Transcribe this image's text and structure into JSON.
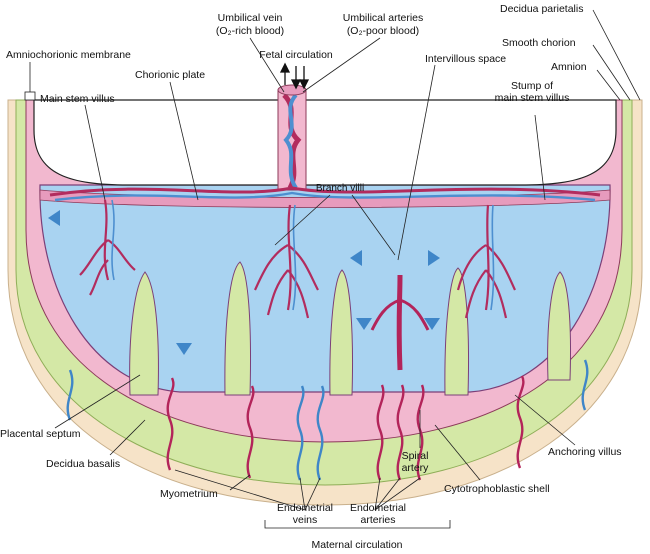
{
  "labels": {
    "umbilical_vein": "Umbilical vein",
    "umbilical_vein_sub": "(O₂-rich blood)",
    "umbilical_arteries": "Umbilical arteries",
    "umbilical_arteries_sub": "(O₂-poor blood)",
    "fetal_circulation": "Fetal circulation",
    "decidua_parietalis": "Decidua parietalis",
    "smooth_chorion": "Smooth chorion",
    "amnion": "Amnion",
    "amniochorionic_membrane": "Amniochorionic membrane",
    "main_stem_villus": "Main stem villus",
    "chorionic_plate": "Chorionic plate",
    "intervillous_space": "Intervillous space",
    "stump_line1": "Stump of",
    "stump_line2": "main stem villus",
    "branch_villi": "Branch villi",
    "placental_septum": "Placental septum",
    "decidua_basalis": "Decidua basalis",
    "myometrium": "Myometrium",
    "endometrial_veins_1": "Endometrial",
    "endometrial_veins_2": "veins",
    "endometrial_arteries_1": "Endometrial",
    "endometrial_arteries_2": "arteries",
    "spiral_artery_1": "Spiral",
    "spiral_artery_2": "artery",
    "cytotrophoblastic_shell": "Cytotrophoblastic shell",
    "anchoring_villus": "Anchoring villus",
    "maternal_circulation": "Maternal circulation"
  },
  "colors": {
    "myometrium": "#f6e3c8",
    "decidua": "#d4e8a6",
    "chorion": "#f2b8cf",
    "intervillous": "#a9d3f1",
    "fetal_artery": "#4d8fd0",
    "fetal_vein": "#b22c5e",
    "maternal_artery": "#b3245a",
    "maternal_vein": "#3f86c8"
  }
}
